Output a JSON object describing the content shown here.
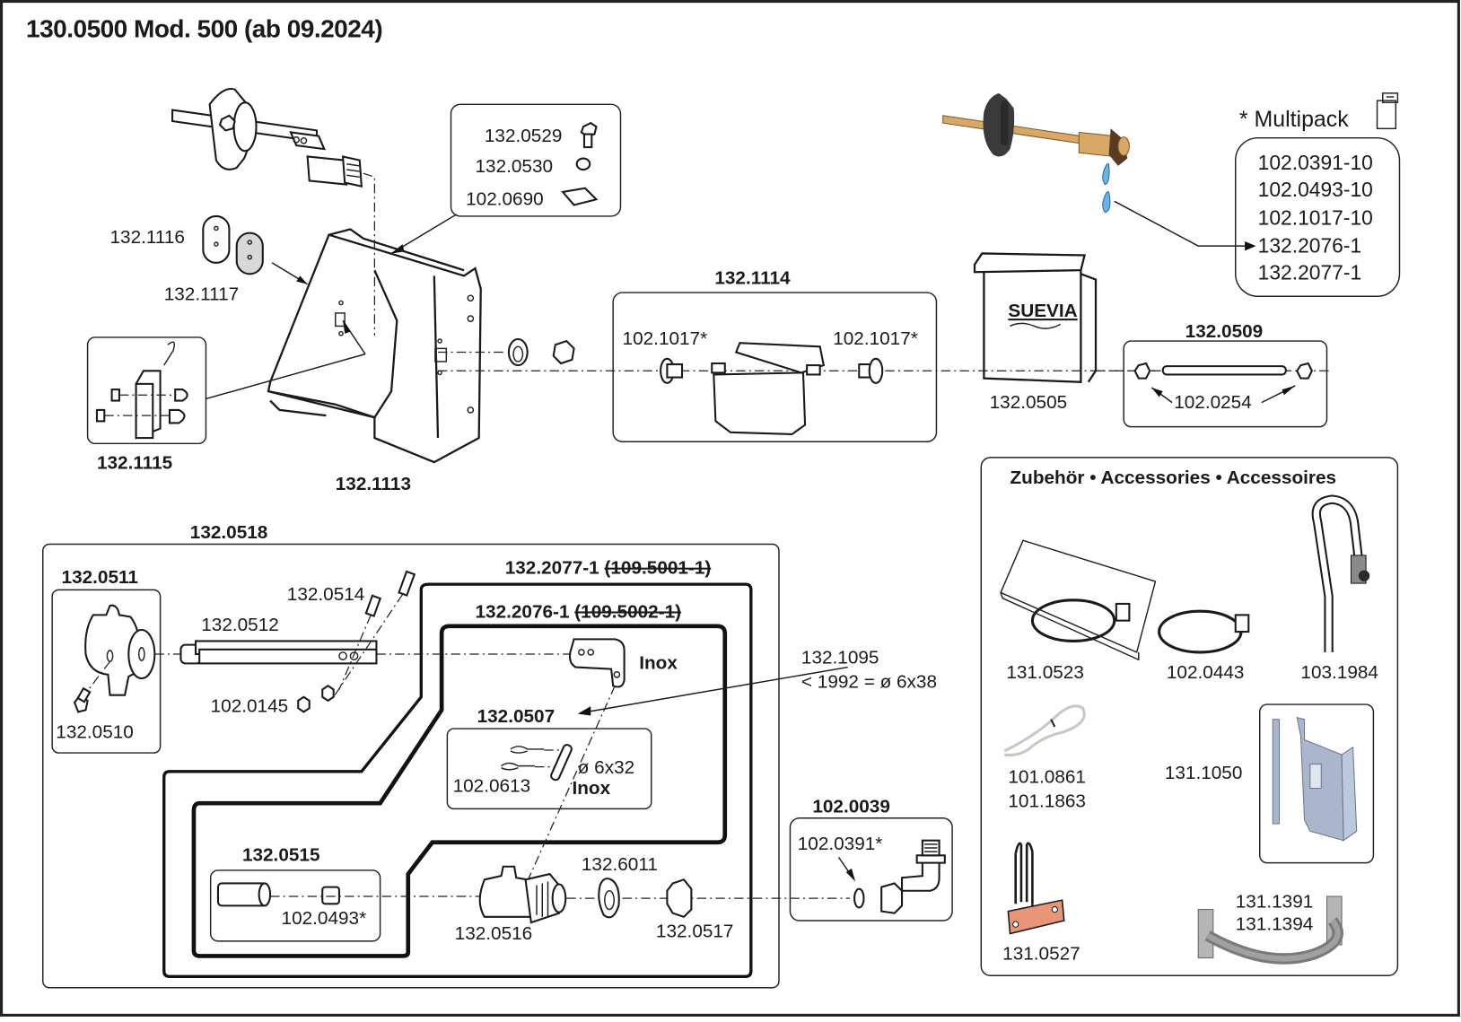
{
  "title": "130.0500 Mod. 500 (ab 09.2024)",
  "multipack": {
    "label": "* Multipack",
    "icon": "multipack-box-icon",
    "items": [
      "102.0391-10",
      "102.0493-10",
      "102.1017-10",
      "132.2076-1",
      "132.2077-1"
    ]
  },
  "top_left": {
    "screw_box": [
      "132.0529",
      "132.0530",
      "102.0690"
    ],
    "cover_plates": [
      "132.1116",
      "132.1117"
    ],
    "latch_group": "132.1115",
    "stove_body": "132.1113"
  },
  "middle": {
    "heater_group": "132.1114",
    "heater_left_bushing": "102.1017*",
    "heater_right_bushing": "102.1017*",
    "stone_box": "132.0505",
    "stone_box_brand": "SUEVIA",
    "rod_group": "132.0509",
    "rod_nuts": "102.0254"
  },
  "bottom_left": {
    "outer_group": "132.0518",
    "cam_group": "132.0511",
    "cam_screw": "132.0510",
    "rod": "132.0512",
    "bolts": "132.0514",
    "nuts": "102.0145",
    "group_2077": "132.2077-1",
    "group_2077_old": "(109.5001-1)",
    "group_2076": "132.2076-1",
    "group_2076_old": "(109.5002-1)",
    "lever_material": "Inox",
    "pin_group": "132.0507",
    "cotter_pin": "102.0613",
    "pin_size": "ø 6x32",
    "pin_material": "Inox",
    "pin_note_line1": "132.1095",
    "pin_note_line2": "< 1992 = ø 6x38",
    "filter_group": "132.0515",
    "filter_insert": "102.0493*",
    "valve_body": "132.0516",
    "gasket": "132.6011",
    "lock_nut": "132.0517",
    "elbow_group": "102.0039",
    "elbow_washer": "102.0391*"
  },
  "accessories": {
    "heading": "Zubehör • Accessories • Accessoires",
    "items": [
      {
        "code": "131.0523"
      },
      {
        "code": "102.0443"
      },
      {
        "code": "103.1984"
      },
      {
        "codes": [
          "101.0861",
          "101.1863"
        ]
      },
      {
        "code": "131.1050"
      },
      {
        "code": "131.0527"
      },
      {
        "codes": [
          "131.1391",
          "131.1394"
        ]
      }
    ]
  },
  "colors": {
    "line": "#1a1a1a",
    "brass": "#d9a866",
    "knob": "#3a3a3a",
    "water": "#6fb3e0",
    "copper": "#e8957a",
    "steel": "#a9b6cc",
    "galvanized": "#9a9a9a"
  }
}
